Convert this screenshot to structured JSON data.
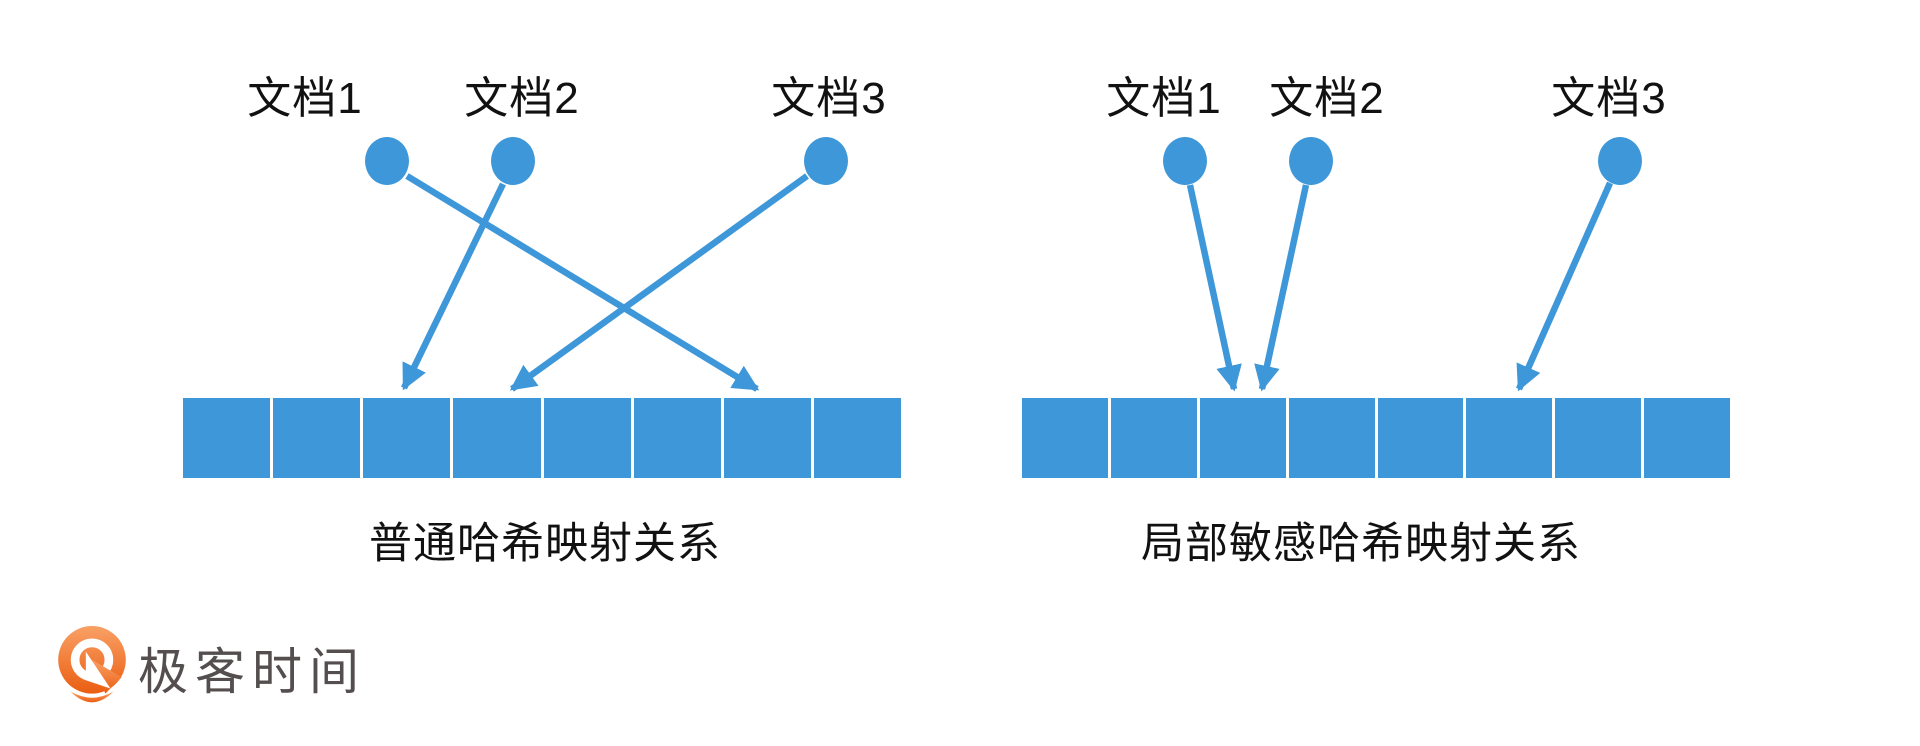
{
  "colors": {
    "primary_blue": "#3E97D8",
    "logo_orange_light": "#F9A065",
    "logo_orange_dark": "#EA5E12",
    "logo_text_gray": "#544F4E",
    "text_black": "#111111",
    "background": "#FFFFFF"
  },
  "panels": [
    {
      "id": "ordinary-hash",
      "caption": "普通哈希映射关系",
      "documents": [
        {
          "label": "文档1"
        },
        {
          "label": "文档2"
        },
        {
          "label": "文档3"
        }
      ],
      "bucket_count": 8,
      "mappings": [
        {
          "doc": "文档1",
          "bucket": 7
        },
        {
          "doc": "文档2",
          "bucket": 3
        },
        {
          "doc": "文档3",
          "bucket": 4
        }
      ]
    },
    {
      "id": "locality-sensitive-hash",
      "caption": "局部敏感哈希映射关系",
      "documents": [
        {
          "label": "文档1"
        },
        {
          "label": "文档2"
        },
        {
          "label": "文档3"
        }
      ],
      "bucket_count": 8,
      "mappings": [
        {
          "doc": "文档1",
          "bucket": 3
        },
        {
          "doc": "文档2",
          "bucket": 3
        },
        {
          "doc": "文档3",
          "bucket": 6
        }
      ]
    }
  ],
  "logo": {
    "icon": "geektime-pin-icon",
    "text": "极客时间"
  }
}
